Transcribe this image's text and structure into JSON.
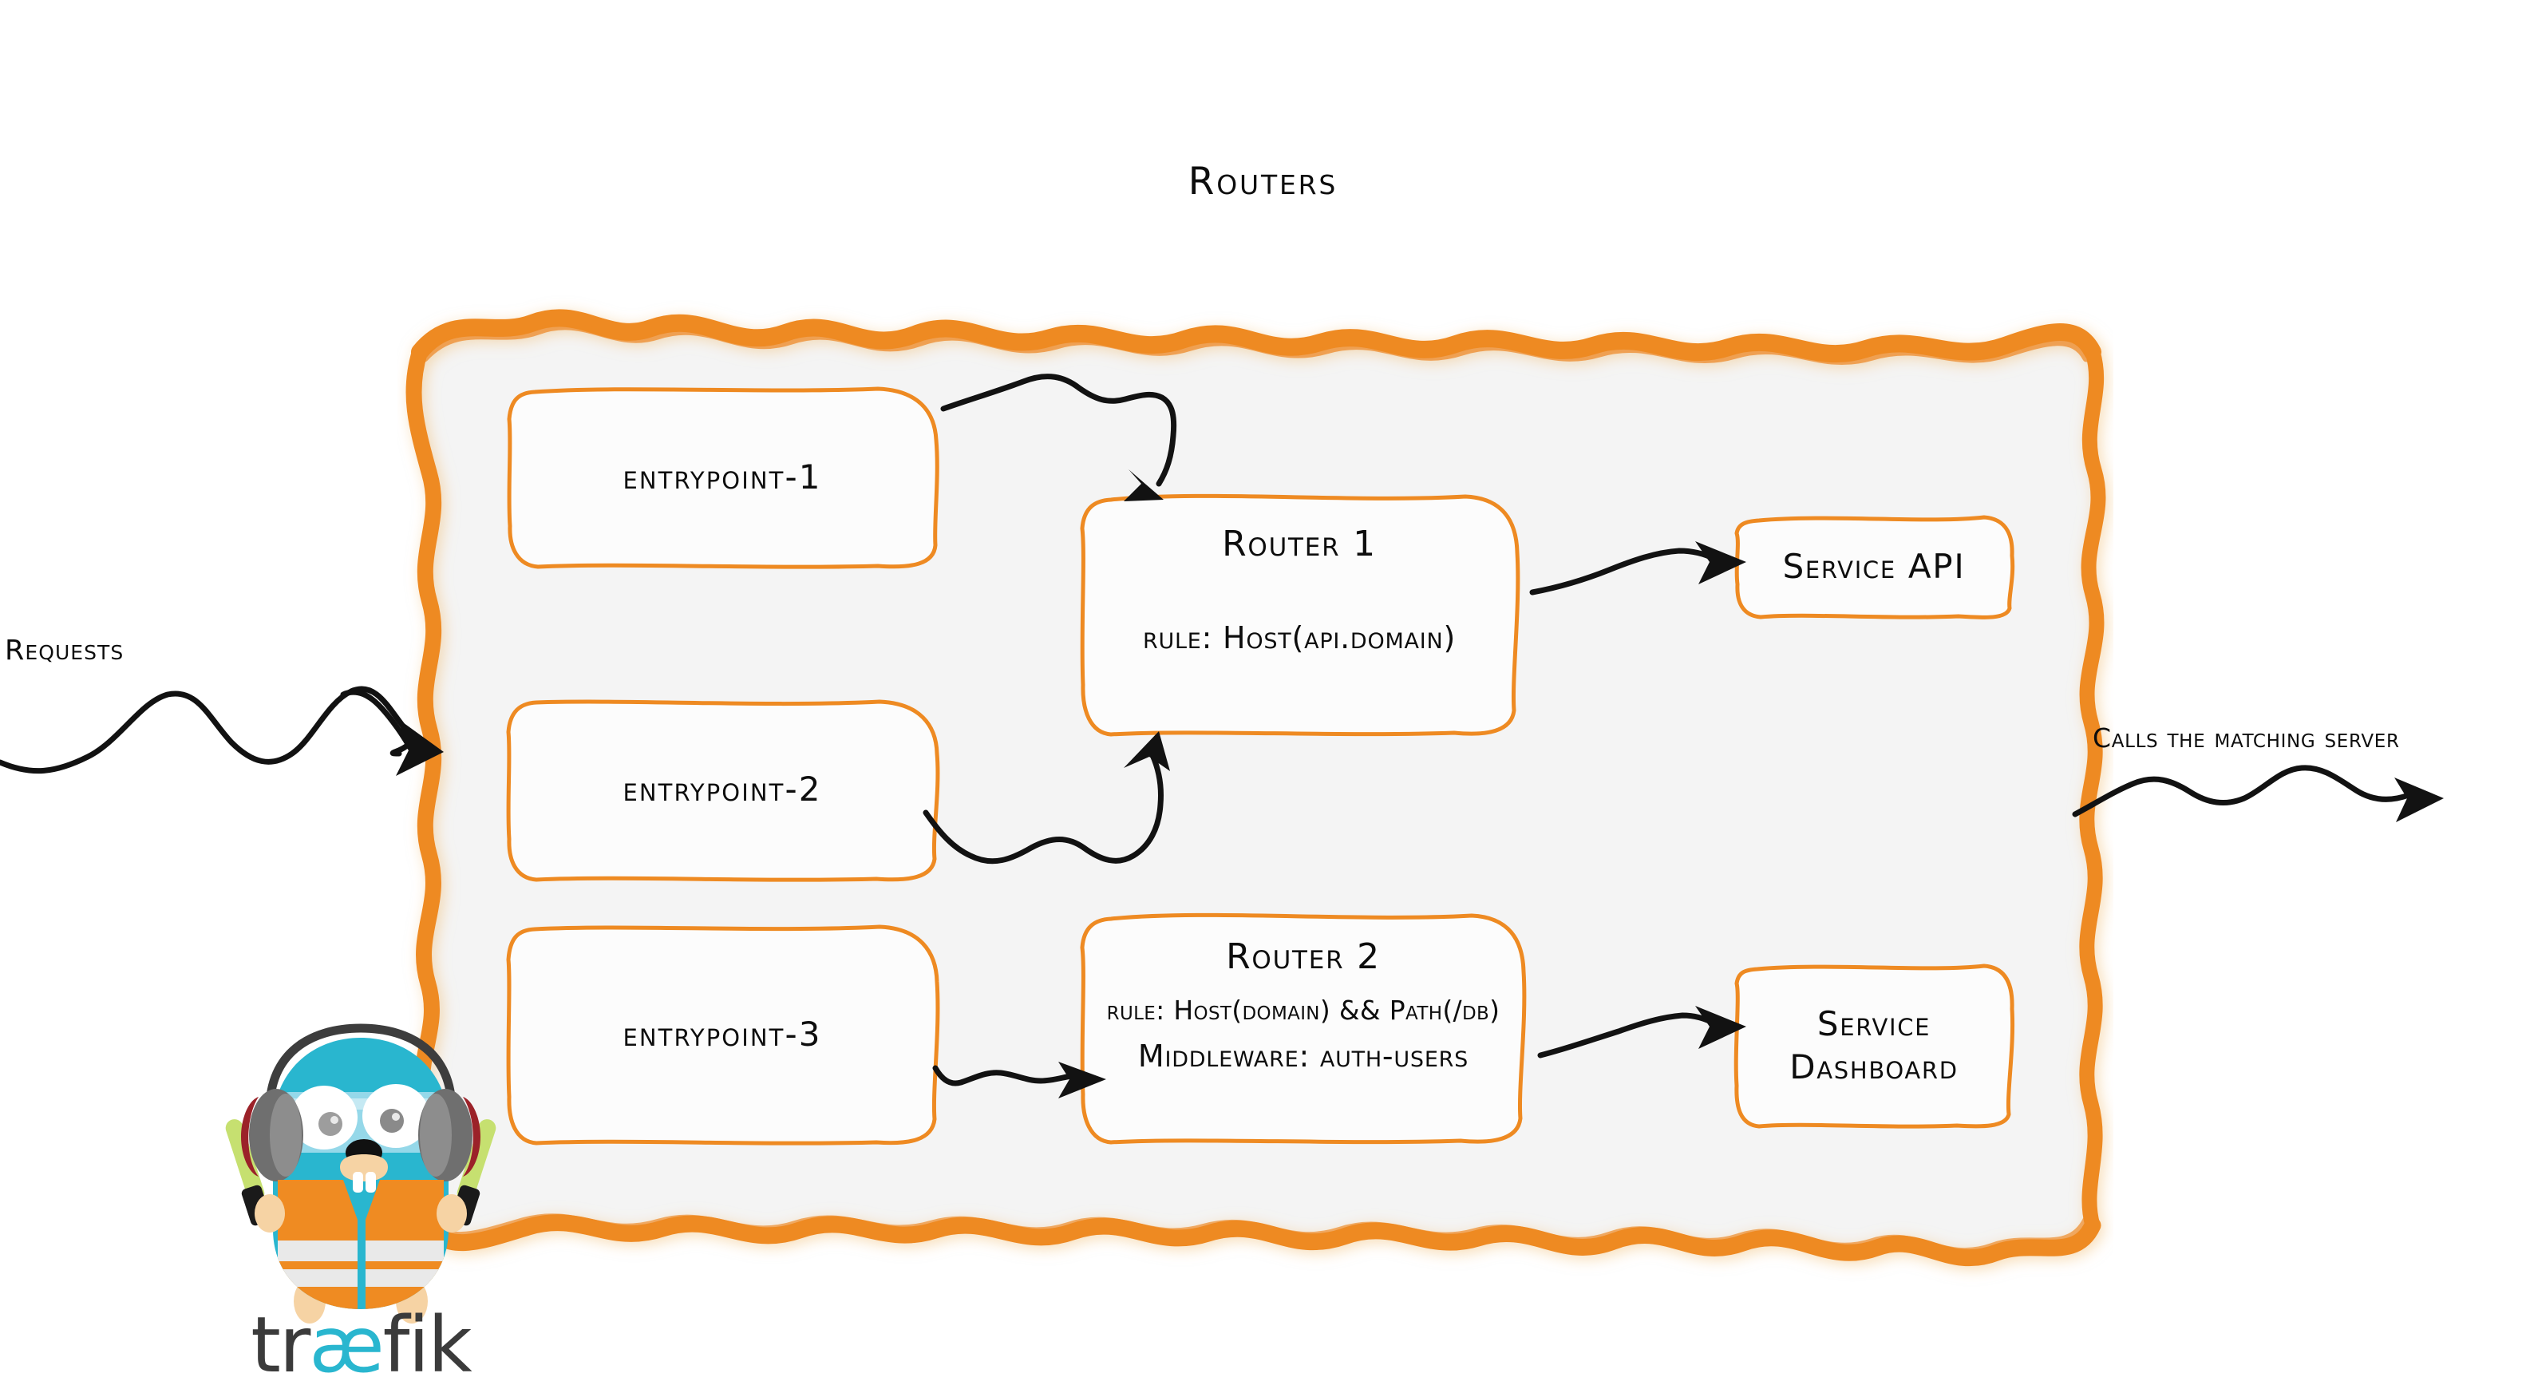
{
  "diagram": {
    "title": "Routers",
    "accent_color": "#ee8a22",
    "panel_fill": "#f4f4f4",
    "ink_color": "#0d0d0d"
  },
  "captions": {
    "requests": "Requests",
    "calls": "Calls the matching server"
  },
  "entrypoints": [
    {
      "label": "entrypoint-1"
    },
    {
      "label": "entrypoint-2"
    },
    {
      "label": "entrypoint-3"
    }
  ],
  "routers": [
    {
      "name": "Router 1",
      "rule": "rule: Host(api.domain)",
      "middleware": ""
    },
    {
      "name": "Router 2",
      "rule": "rule: Host(domain) && Path(/db)",
      "middleware": "Middleware: auth-users"
    }
  ],
  "services": [
    {
      "line1": "Service API",
      "line2": ""
    },
    {
      "line1": "Service",
      "line2": "Dashboard"
    }
  ],
  "logo": {
    "wordmark_prefix": "tr",
    "wordmark_ligature": "æ",
    "wordmark_suffix": "fik",
    "body_color": "#29b6cf",
    "vest_color": "#ef8b22",
    "wordmark_color": "#3b3b3b",
    "wand_color": "#c6e070"
  },
  "connections": [
    {
      "from": "entrypoint-1",
      "to": "Router 1"
    },
    {
      "from": "entrypoint-2",
      "to": "Router 1"
    },
    {
      "from": "entrypoint-3",
      "to": "Router 2"
    },
    {
      "from": "Router 1",
      "to": "Service API"
    },
    {
      "from": "Router 2",
      "to": "Service Dashboard"
    }
  ]
}
